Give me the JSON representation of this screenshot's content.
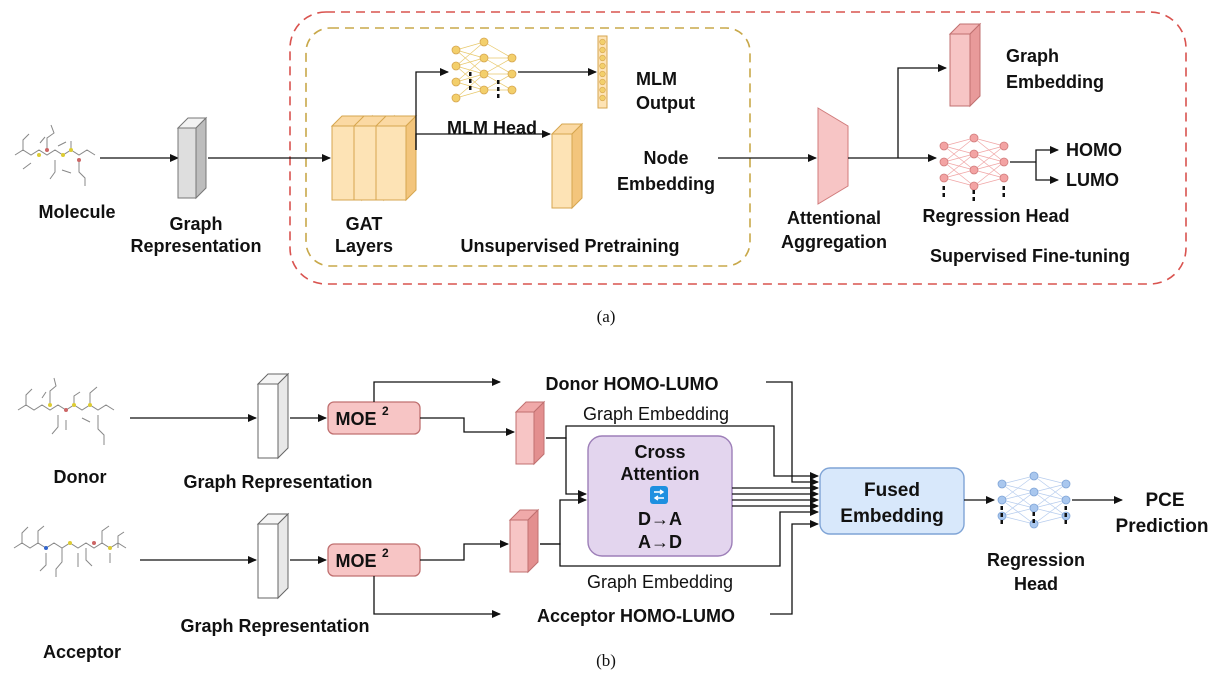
{
  "panel_a": {
    "caption": "(a)",
    "molecule_label": "Molecule",
    "graph_rep_label_1": "Graph",
    "graph_rep_label_2": "Representation",
    "gat_label_1": "GAT",
    "gat_label_2": "Layers",
    "mlm_head_label": "MLM Head",
    "mlm_output_label_1": "MLM",
    "mlm_output_label_2": "Output",
    "node_embedding_label_1": "Node",
    "node_embedding_label_2": "Embedding",
    "unsupervised_label": "Unsupervised Pretraining",
    "attentional_label_1": "Attentional",
    "attentional_label_2": "Aggregation",
    "graph_embedding_label_1": "Graph",
    "graph_embedding_label_2": "Embedding",
    "homo_label": "HOMO",
    "lumo_label": "LUMO",
    "regression_head_label": "Regression Head",
    "supervised_label": "Supervised Fine-tuning"
  },
  "panel_b": {
    "caption": "(b)",
    "donor_label": "Donor",
    "acceptor_label": "Acceptor",
    "graph_rep_top_label": "Graph Representation",
    "graph_rep_bottom_label": "Graph Representation",
    "moe_label": "MOE",
    "moe_superscript": "2",
    "donor_homo_lumo_label": "Donor HOMO-LUMO",
    "acceptor_homo_lumo_label": "Acceptor HOMO-LUMO",
    "graph_embedding_top_label": "Graph Embedding",
    "graph_embedding_bottom_label": "Graph Embedding",
    "cross_attention_label_1": "Cross",
    "cross_attention_label_2": "Attention",
    "d_to_a_label": "D→A",
    "a_to_d_label": "A→D",
    "fused_label_1": "Fused",
    "fused_label_2": "Embedding",
    "regression_head_label_1": "Regression",
    "regression_head_label_2": "Head",
    "pce_label_1": "PCE",
    "pce_label_2": "Prediction"
  },
  "colors": {
    "red_dashed": "#d9534f",
    "gold_dashed": "#c8a84a",
    "gat_fill": "#fde3b5",
    "gat_stroke": "#d6a64f",
    "pink_fill": "#f7c5c5",
    "pink_stroke": "#d07b7b",
    "cross_fill": "#e3d5ee",
    "cross_stroke": "#9d7fb8",
    "fused_fill": "#d8e8fb",
    "fused_stroke": "#7fa4d6",
    "blue_node": "#a9c7ee",
    "red_node": "#f3a3a3",
    "gold_node": "#f3cf6b"
  }
}
